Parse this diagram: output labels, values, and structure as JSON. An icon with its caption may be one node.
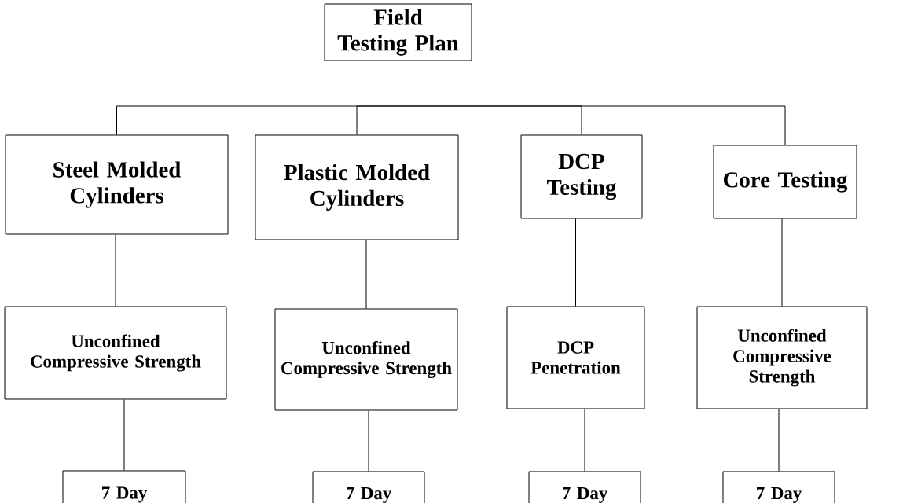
{
  "diagram": {
    "nodes": [
      {
        "text": [
          "Field Testing Plan"
        ]
      },
      {
        "text": [
          "Steel Molded Cylinders"
        ]
      },
      {
        "text": [
          "Plastic Molded Cylinders"
        ]
      },
      {
        "text": [
          "DCP Testing"
        ]
      },
      {
        "text": [
          "Core Testing"
        ]
      },
      {
        "text": [
          "Unconfined Compressive Strength"
        ]
      },
      {
        "text": [
          "Unconfined Compressive Strength"
        ]
      },
      {
        "text": [
          "DCP Penetration"
        ]
      },
      {
        "text": [
          "Unconfined Compressive Strength"
        ]
      },
      {
        "text": [
          "7 Day"
        ]
      },
      {
        "text": [
          "7 Day"
        ]
      },
      {
        "text": [
          "7 Day"
        ]
      },
      {
        "text": [
          "7 Day"
        ]
      }
    ],
    "edges": [
      {
        "from": 0,
        "to": 1,
        "arrow": "none"
      },
      {
        "from": 0,
        "to": 2,
        "arrow": "none"
      },
      {
        "from": 0,
        "to": 3,
        "arrow": "none"
      },
      {
        "from": 0,
        "to": 4,
        "arrow": "none"
      },
      {
        "from": 1,
        "to": 5,
        "arrow": "none"
      },
      {
        "from": 2,
        "to": 6,
        "arrow": "none"
      },
      {
        "from": 3,
        "to": 7,
        "arrow": "none"
      },
      {
        "from": 4,
        "to": 8,
        "arrow": "none"
      },
      {
        "from": 5,
        "to": 9,
        "arrow": "none"
      },
      {
        "from": 6,
        "to": 10,
        "arrow": "none"
      },
      {
        "from": 7,
        "to": 11,
        "arrow": "none"
      },
      {
        "from": 8,
        "to": 12,
        "arrow": "none"
      }
    ]
  }
}
